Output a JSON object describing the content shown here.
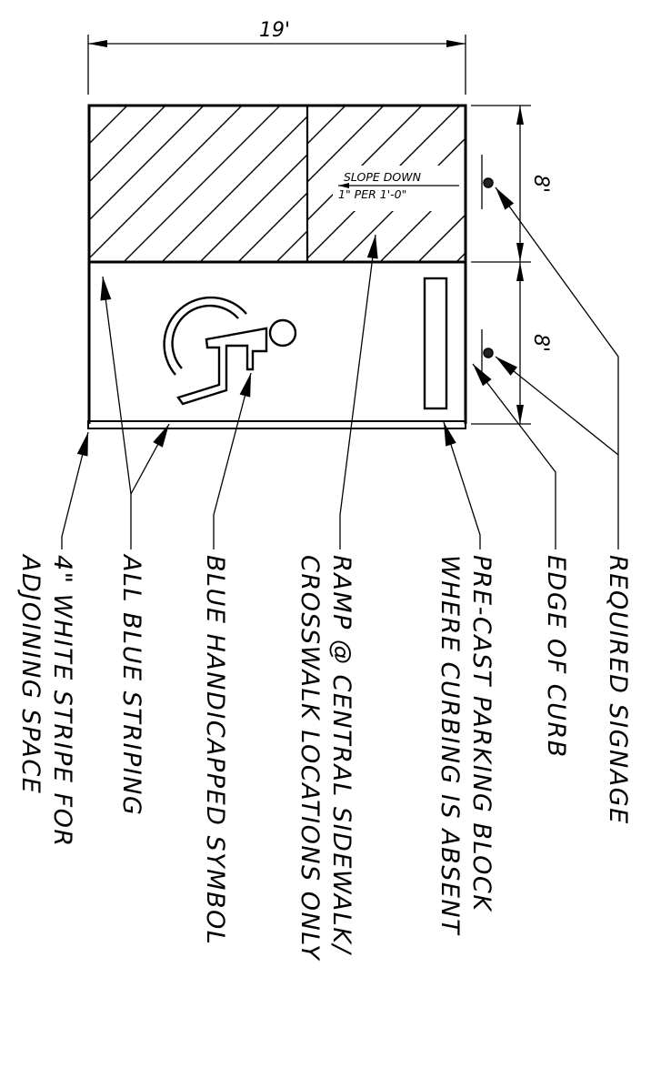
{
  "dimensions": {
    "width": "19'",
    "ramp_length": "8'",
    "space_length": "8'"
  },
  "slope_note": {
    "line1": "SLOPE DOWN",
    "line2": "1\" PER 1'-0\""
  },
  "callouts": [
    {
      "id": "required-signage",
      "lines": [
        "REQUIRED SIGNAGE"
      ]
    },
    {
      "id": "edge-of-curb",
      "lines": [
        "EDGE OF CURB"
      ]
    },
    {
      "id": "parking-block",
      "lines": [
        "PRE-CAST PARKING BLOCK",
        "WHERE CURBING IS ABSENT"
      ]
    },
    {
      "id": "ramp",
      "lines": [
        "RAMP @ CENTRAL SIDEWALK/",
        "CROSSWALK LOCATIONS ONLY"
      ]
    },
    {
      "id": "handicapped-symbol",
      "lines": [
        "BLUE HANDICAPPED SYMBOL"
      ]
    },
    {
      "id": "blue-striping",
      "lines": [
        "ALL BLUE STRIPING"
      ]
    },
    {
      "id": "white-stripe",
      "lines": [
        "4\" WHITE STRIPE FOR",
        "ADJOINING SPACE"
      ]
    }
  ]
}
